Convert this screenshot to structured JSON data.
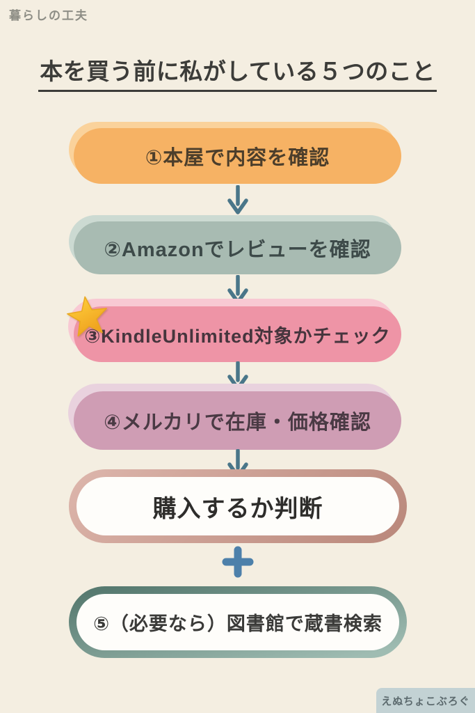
{
  "brand": {
    "label": "暮らしの工夫"
  },
  "title": {
    "text": "本を買う前に私がしている５つのこと"
  },
  "steps": [
    {
      "id": 1,
      "label": "①本屋で内容を確認",
      "style": "orange-pill"
    },
    {
      "id": 2,
      "label": "②Amazonでレビューを確認",
      "style": "sage-pill"
    },
    {
      "id": 3,
      "label": "③KindleUnlimited対象かチェック",
      "style": "pink-pill",
      "starred": true
    },
    {
      "id": 4,
      "label": "④メルカリで在庫・価格確認",
      "style": "mauve-pill"
    },
    {
      "id": 5,
      "label": "購入するか判断",
      "style": "white-pill-rose-border"
    },
    {
      "id": 6,
      "label": "⑤（必要なら）図書館で蔵書検索",
      "style": "white-pill-teal-border"
    }
  ],
  "connectors": {
    "arrow_icon": "down-arrow",
    "arrow_count": 4,
    "plus_icon": "plus"
  },
  "decorations": {
    "star_icon": "gold-star"
  },
  "footer": {
    "badge": "えぬちょこぶろぐ"
  },
  "colors": {
    "background": "#f4eee1",
    "brand_text": "#8d8d85",
    "title_text": "#3c3c39",
    "arrow": "#4a7689",
    "plus": "#4d80aa",
    "step1_bg": "#f6b264",
    "step1_light": "#fad29b",
    "step1_text": "#4c3e2b",
    "step2_bg": "#a8bbb2",
    "step2_light": "#ccdad2",
    "step2_text": "#3d4a49",
    "step3_bg": "#ee94a6",
    "step3_light": "#f8c9d3",
    "step3_text": "#46353d",
    "step4_bg": "#cf9db4",
    "step4_light": "#e9d2de",
    "step4_text": "#4a3a44",
    "step5_border_from": "#ddb6ac",
    "step5_border_to": "#b9877a",
    "step5_text": "#2e2d2b",
    "step6_border_from": "#577a70",
    "step6_border_to": "#9fbcb2",
    "step6_text": "#3a3a38",
    "badge_bg": "#c3d2d4",
    "badge_text": "#5c6a6e",
    "star_gold": "#ffd23e",
    "star_shade": "#f0a31f"
  }
}
